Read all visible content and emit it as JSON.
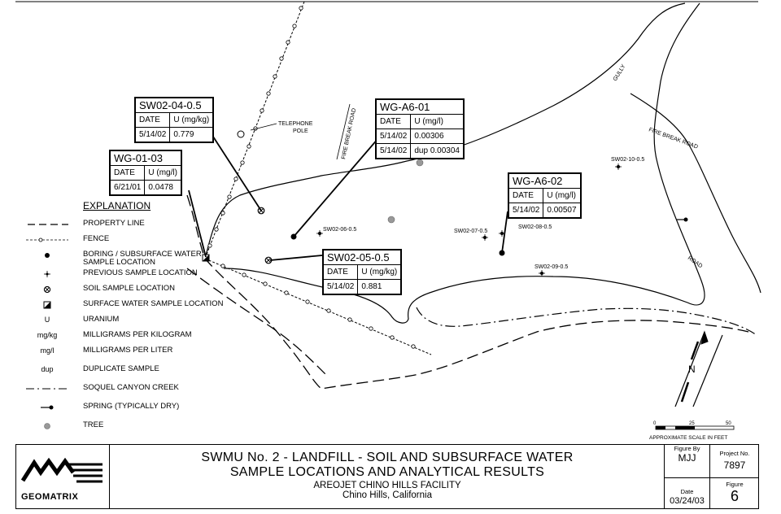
{
  "boxes": {
    "sw02_04": {
      "title": "SW02-04-0.5",
      "h1": "DATE",
      "h2": "U (mg/kg)",
      "rows": [
        [
          "5/14/02",
          "0.779"
        ]
      ]
    },
    "wg_01_03": {
      "title": "WG-01-03",
      "h1": "DATE",
      "h2": "U (mg/l)",
      "rows": [
        [
          "6/21/01",
          "0.0478"
        ]
      ]
    },
    "wg_a6_01": {
      "title": "WG-A6-01",
      "h1": "DATE",
      "h2": "U (mg/l)",
      "rows": [
        [
          "5/14/02",
          "0.00306"
        ],
        [
          "5/14/02",
          "dup 0.00304"
        ]
      ]
    },
    "wg_a6_02": {
      "title": "WG-A6-02",
      "h1": "DATE",
      "h2": "U (mg/l)",
      "rows": [
        [
          "5/14/02",
          "0.00507"
        ]
      ]
    },
    "sw02_05": {
      "title": "SW02-05-0.5",
      "h1": "DATE",
      "h2": "U (mg/kg)",
      "rows": [
        [
          "5/14/02",
          "0.881"
        ]
      ]
    }
  },
  "map_labels": {
    "telephone": "TELEPHONE",
    "pole": "POLE",
    "fire_break_road_1": "FIRE BREAK ROAD",
    "fire_break_road_2": "FIRE BREAK ROAD",
    "gully": "GULLY",
    "road": "ROAD",
    "sample_sw02_06": "SW02-06-0.5",
    "sample_sw02_07": "SW02-07-0.5",
    "sample_sw02_08": "SW02-08-0.5",
    "sample_sw02_09": "SW02-09-0.5",
    "sample_sw02_10": "SW02-10-0.5"
  },
  "legend": {
    "title": "EXPLANATION",
    "items": [
      {
        "symbol": "property-line",
        "label": "PROPERTY LINE"
      },
      {
        "symbol": "fence",
        "label": "FENCE"
      },
      {
        "symbol": "boring",
        "label": "BORING / SUBSURFACE WATER SAMPLE LOCATION"
      },
      {
        "symbol": "previous-sample",
        "label": "PREVIOUS SAMPLE LOCATION"
      },
      {
        "symbol": "soil-sample",
        "label": "SOIL SAMPLE LOCATION"
      },
      {
        "symbol": "surface-water",
        "label": "SURFACE WATER SAMPLE LOCATION"
      },
      {
        "symbol": "U",
        "label": "URANIUM"
      },
      {
        "symbol": "mg/kg",
        "label": "MILLIGRAMS PER KILOGRAM"
      },
      {
        "symbol": "mg/l",
        "label": "MILLIGRAMS PER LITER"
      },
      {
        "symbol": "dup",
        "label": "DUPLICATE SAMPLE"
      },
      {
        "symbol": "creek",
        "label": "SOQUEL CANYON CREEK"
      },
      {
        "symbol": "spring",
        "label": "SPRING (TYPICALLY DRY)"
      },
      {
        "symbol": "tree",
        "label": "TREE"
      }
    ]
  },
  "scale": {
    "t0": "0",
    "t25": "25",
    "t50": "50",
    "caption": "APPROXIMATE SCALE IN FEET"
  },
  "north": "N",
  "title_block": {
    "logo_text": "GEOMATRIX",
    "line1": "SWMU No. 2 - LANDFILL - SOIL AND SUBSURFACE WATER",
    "line2": "SAMPLE LOCATIONS AND ANALYTICAL RESULTS",
    "line3": "AREOJET CHINO HILLS FACILITY",
    "line4": "Chino Hills, California",
    "figure_by_label": "Figure By",
    "figure_by": "MJJ",
    "date_label": "Date",
    "date": "03/24/03",
    "project_label": "Project No.",
    "project": "7897",
    "figure_label": "Figure",
    "figure": "6"
  }
}
